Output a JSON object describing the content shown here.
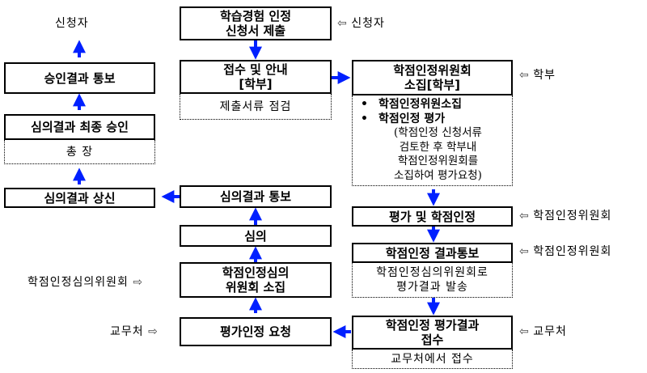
{
  "colors": {
    "arrow": "#0020ff",
    "border": "#000000",
    "hollow_arrow": "#555555"
  },
  "middle": {
    "application_submission": "학습경험 인정\n신청서 제출",
    "reception": "접수 및 안내\n[학부]",
    "reception_note": "제출서류 점검",
    "review_result_notice": "심의결과 통보",
    "review": "심의",
    "committee_convene": "학점인정심의\n위원회 소집",
    "evaluation_request": "평가인정 요청"
  },
  "right": {
    "committee_convene": "학점인정위원회\n소집[학부]",
    "detail_bullets": [
      "학점인정위원소집",
      "학점인정 평가"
    ],
    "detail_paren": "(학점인정 신청서류\n검토한 후 학부내\n학점인정위원회를\n소집하여 평가요청)",
    "evaluation": "평가 및 학점인정",
    "result_notice": "학점인정 결과통보",
    "result_notice_note": "학점인정심의위원회로\n평가결과 발송",
    "result_reception": "학점인정 평가결과\n접수",
    "result_reception_note": "교무처에서 접수"
  },
  "left": {
    "applicant_top": "신청자",
    "approval_notice": "승인결과 통보",
    "final_approval": "심의결과 최종 승인",
    "final_approval_note": "총 장",
    "report_up": "심의결과 상신"
  },
  "actors": {
    "applicant": "신청자",
    "faculty": "학부",
    "committee_1": "학점인정위원회",
    "committee_2": "학점인정위원회",
    "review_committee": "학점인정심의위원회",
    "academic_affairs_left": "교무처",
    "academic_affairs_right": "교무처"
  },
  "hollow_arrow_icon": "⇦",
  "hollow_arrow_right_icon": "⇨"
}
